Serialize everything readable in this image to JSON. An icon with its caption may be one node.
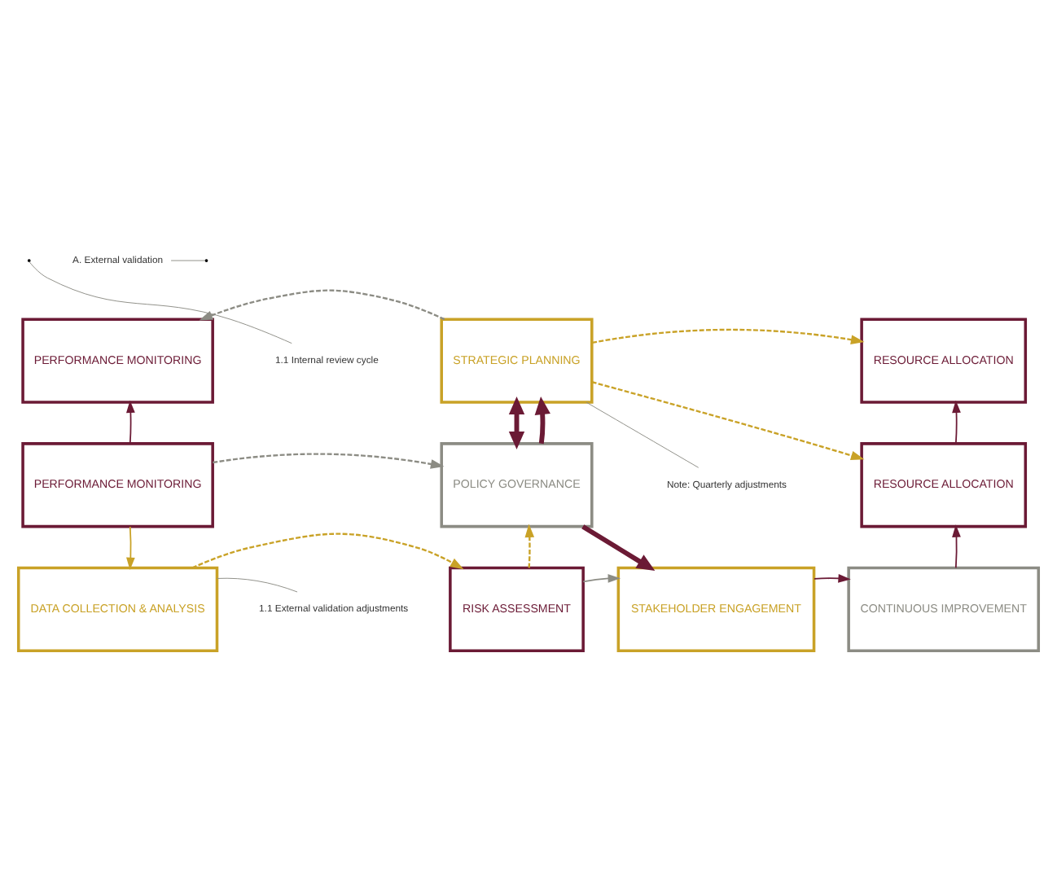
{
  "diagram": {
    "nodes": [
      {
        "text": [
          "PERFORMANCE MONITORING"
        ]
      },
      {
        "text": [
          "STRATEGIC PLANNING"
        ]
      },
      {
        "text": [
          "RESOURCE ALLOCATION"
        ]
      },
      {
        "text": [
          "PERFORMANCE MONITORING"
        ]
      },
      {
        "text": [
          "POLICY GOVERNANCE"
        ]
      },
      {
        "text": [
          "RESOURCE ALLOCATION"
        ]
      },
      {
        "text": [
          "DATA COLLECTION & ANALYSIS"
        ]
      },
      {
        "text": [
          "RISK ASSESSMENT"
        ]
      },
      {
        "text": [
          "STAKEHOLDER ENGAGEMENT"
        ]
      },
      {
        "text": [
          "CONTINUOUS IMPROVEMENT"
        ]
      },
      {
        "text": [
          "A. External validation"
        ]
      },
      {
        "text": [
          "1.1 Internal review cycle"
        ]
      },
      {
        "text": [
          "Note: Quarterly adjustments"
        ]
      },
      {
        "text": [
          "1.1 External validation adjustments"
        ]
      }
    ],
    "edges": [
      {
        "from": 1,
        "to": 0,
        "arrow": "to",
        "style": "dashed",
        "color": "#8c8c84"
      },
      {
        "from": 3,
        "to": 0,
        "arrow": "to",
        "color": "#6b1a35"
      },
      {
        "from": 3,
        "to": 4,
        "arrow": "to",
        "style": "dashed",
        "color": "#8c8c84"
      },
      {
        "from": 3,
        "to": 6,
        "arrow": "to",
        "color": "#c9a227"
      },
      {
        "from": 6,
        "to": 7,
        "arrow": "to",
        "style": "dashed",
        "color": "#c9a227"
      },
      {
        "from": 7,
        "to": 4,
        "arrow": "to",
        "style": "dashed",
        "color": "#c9a227"
      },
      {
        "from": 7,
        "to": 8,
        "arrow": "to",
        "color": "#8c8c84"
      },
      {
        "from": 8,
        "to": 9,
        "arrow": "to",
        "color": "#6b1a35"
      },
      {
        "from": 9,
        "to": 5,
        "arrow": "to",
        "color": "#6b1a35"
      },
      {
        "from": 5,
        "to": 2,
        "arrow": "to",
        "color": "#6b1a35"
      },
      {
        "from": 1,
        "to": 2,
        "arrow": "to",
        "style": "dashed",
        "color": "#c9a227"
      },
      {
        "from": 1,
        "to": 5,
        "arrow": "to",
        "style": "dashed",
        "color": "#c9a227"
      },
      {
        "from": 4,
        "to": 1,
        "arrow": "both",
        "style": "thick",
        "color": "#6b1a35"
      },
      {
        "from": 4,
        "to": 1,
        "arrow": "to",
        "style": "thick",
        "color": "#6b1a35"
      },
      {
        "from": 4,
        "to": 8,
        "arrow": "to",
        "style": "thick",
        "color": "#6b1a35"
      },
      {
        "from": 10,
        "to": null,
        "arrow": "none",
        "color": "#8c8c84"
      },
      {
        "from": 11,
        "to": null,
        "arrow": "none",
        "color": "#8c8c84"
      },
      {
        "from": 12,
        "to": 1,
        "arrow": "none",
        "color": "#8c8c84"
      },
      {
        "from": 13,
        "to": 6,
        "arrow": "none",
        "color": "#8c8c84"
      }
    ]
  }
}
